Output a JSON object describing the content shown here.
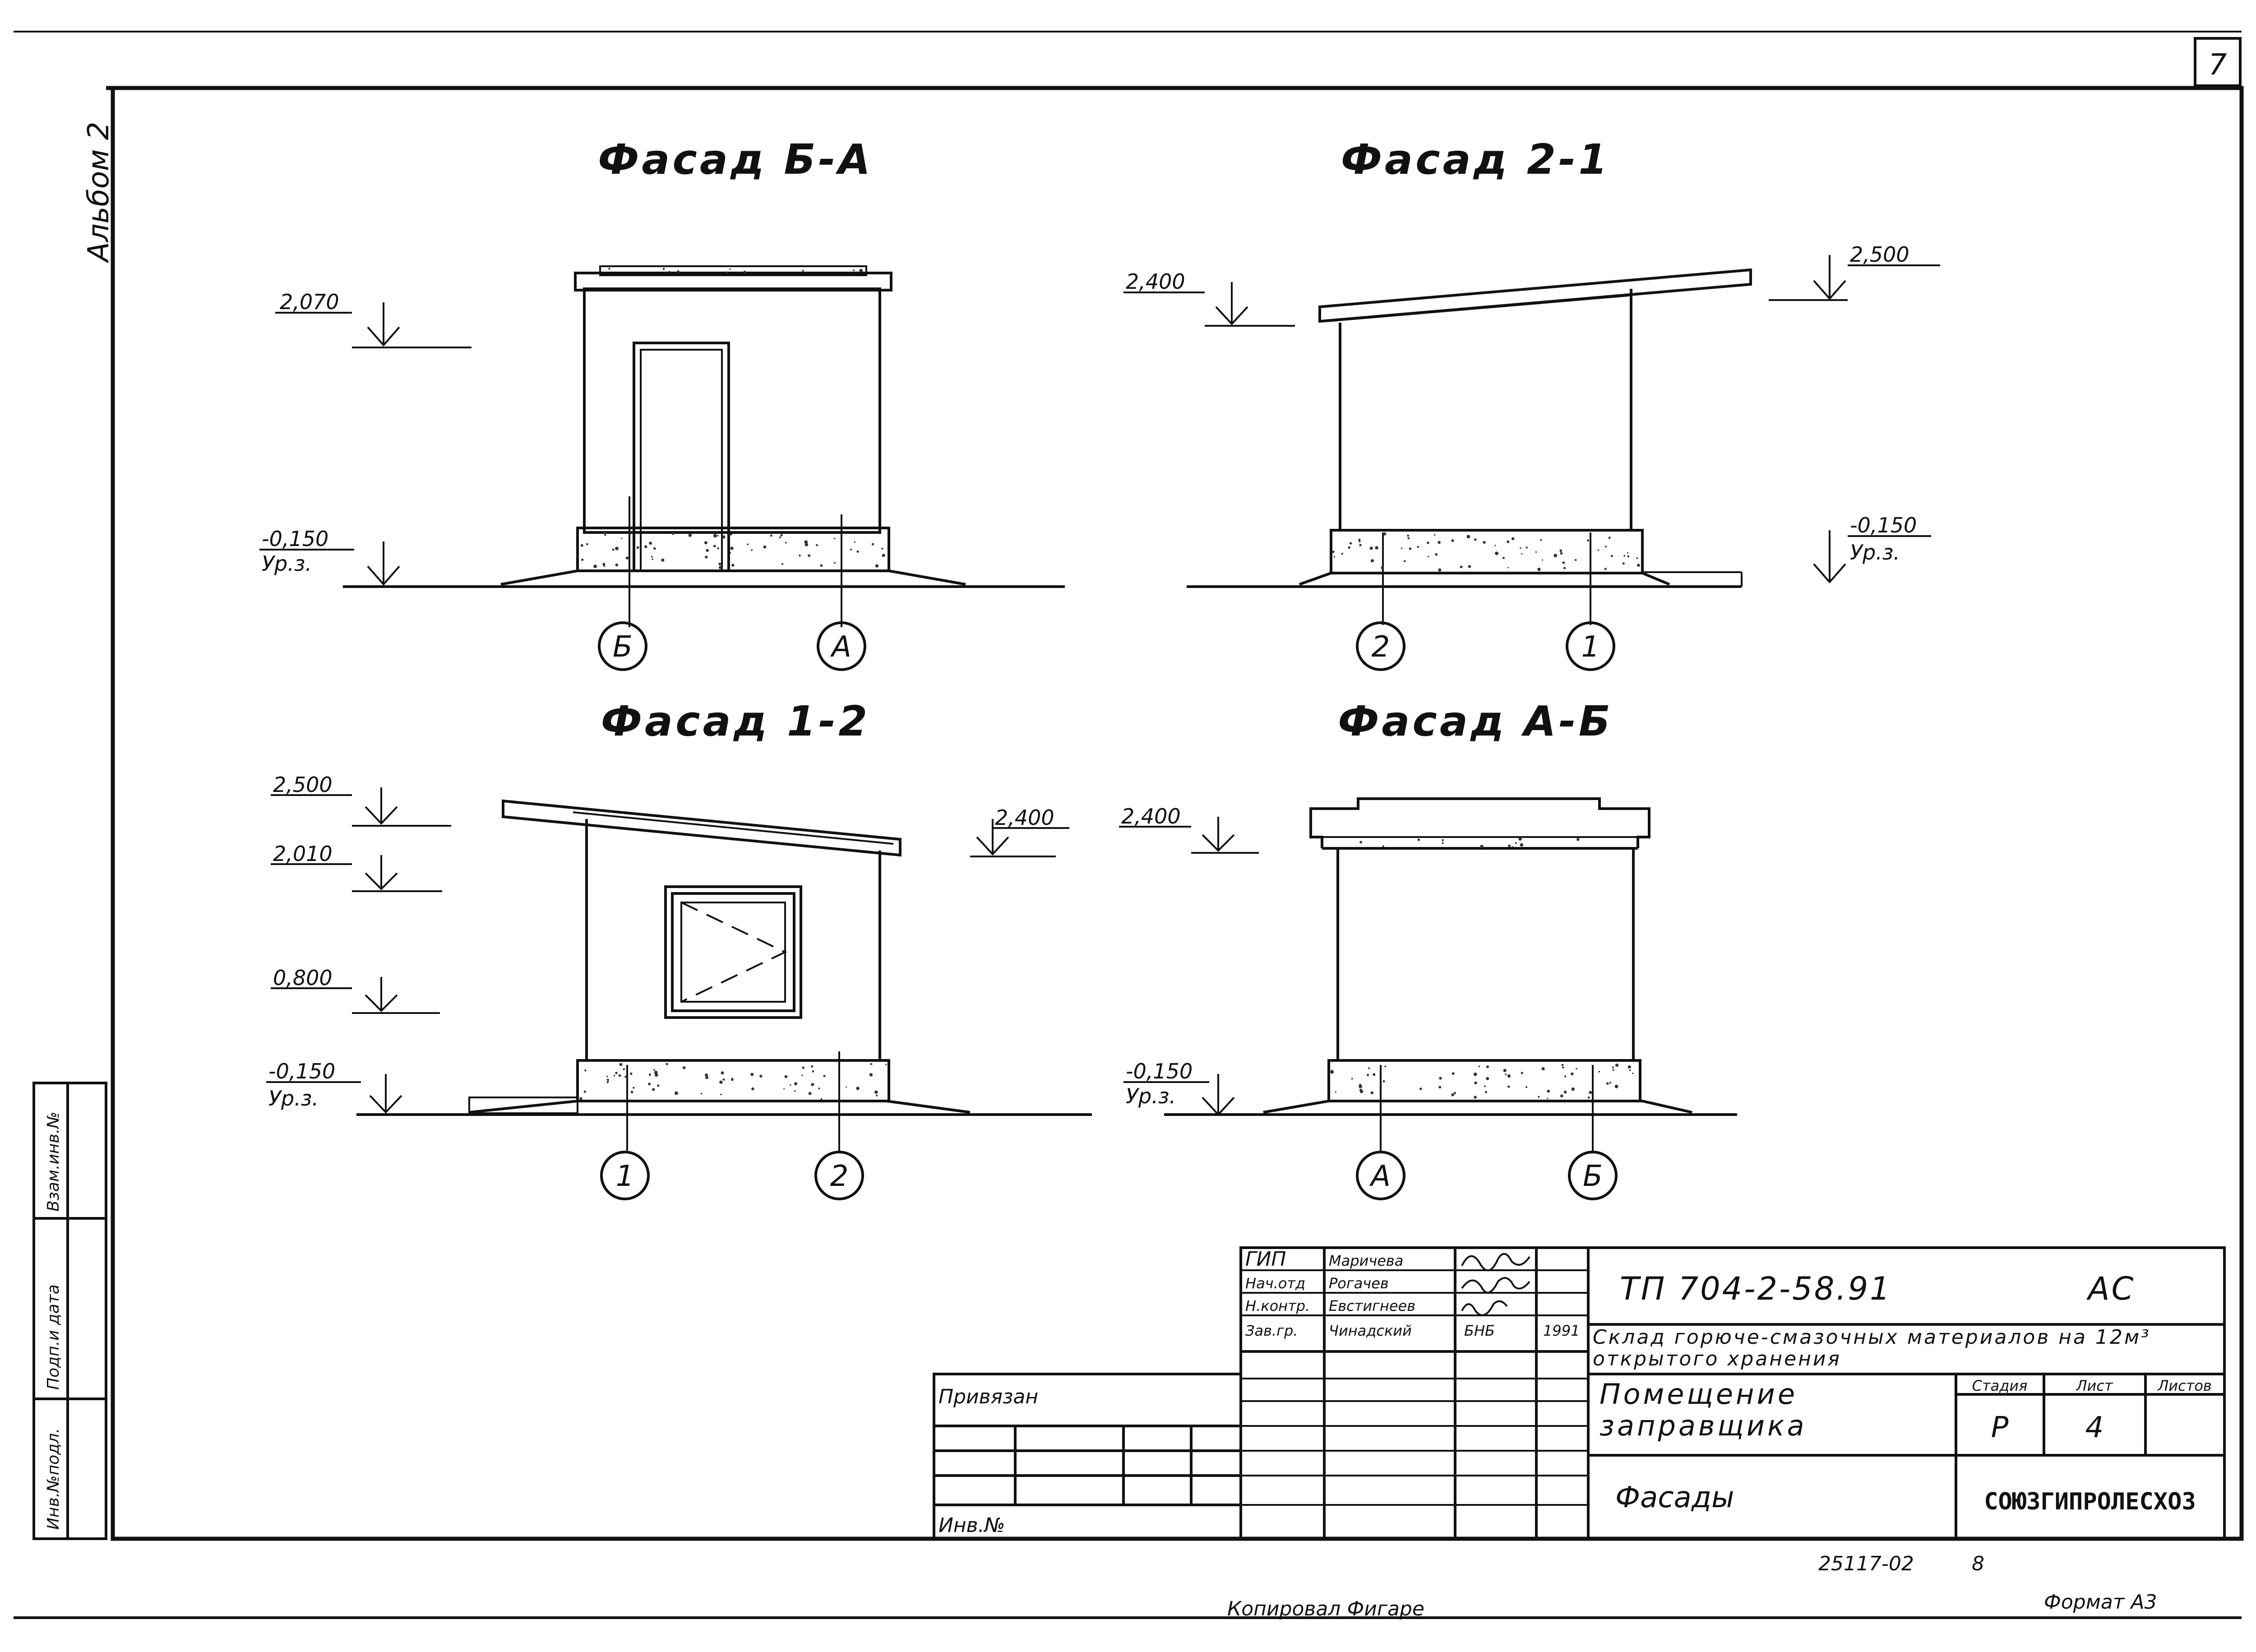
{
  "sheet": {
    "page_number": "7",
    "album": "Альбом 2",
    "copied_by": "Копировал Фигаре",
    "format": "Формат А3",
    "archive_no": "25117-02",
    "archive_suffix": "8"
  },
  "side_stamp": {
    "cells": [
      "Инв.№подл.",
      "Подп.и дата",
      "Взам.инв.№"
    ]
  },
  "facades": [
    {
      "title": "Фасад Б-А",
      "levels": [
        "2,070",
        "-0,150",
        "Ур.з."
      ],
      "axes": [
        "Б",
        "А"
      ]
    },
    {
      "title": "Фасад 2-1",
      "levels": [
        "2,400",
        "2,500",
        "-0,150",
        "Ур.з."
      ],
      "axes": [
        "2",
        "1"
      ]
    },
    {
      "title": "Фасад 1-2",
      "levels": [
        "2,500",
        "2,010",
        "0,800",
        "-0,150",
        "Ур.з.",
        "2,400"
      ],
      "axes": [
        "1",
        "2"
      ]
    },
    {
      "title": "Фасад А-Б",
      "levels": [
        "2,400",
        "-0,150",
        "Ур.з."
      ],
      "axes": [
        "А",
        "Б"
      ]
    }
  ],
  "title_block": {
    "roles": [
      "ГИП",
      "Нач.отд",
      "Н.контр.",
      "Зав.гр."
    ],
    "names": [
      "Маричева",
      "Рогачев",
      "Евстигнеев",
      "Чинадский"
    ],
    "signature_initials": "БНБ",
    "year": "1991",
    "code": "ТП 704-2-58.91",
    "mark": "АС",
    "project": "Склад горюче-смазочных материалов на 12м³ открытого хранения",
    "building": "Помещение заправщика",
    "sheet_name": "Фасады",
    "stage_header": "Стадия",
    "sheet_header": "Лист",
    "sheets_header": "Листов",
    "stage": "Р",
    "sheet_no": "4",
    "organization": "СОЮЗГИПРОЛЕСХОЗ",
    "tied_label": "Привязан",
    "inv_label": "Инв.№"
  }
}
